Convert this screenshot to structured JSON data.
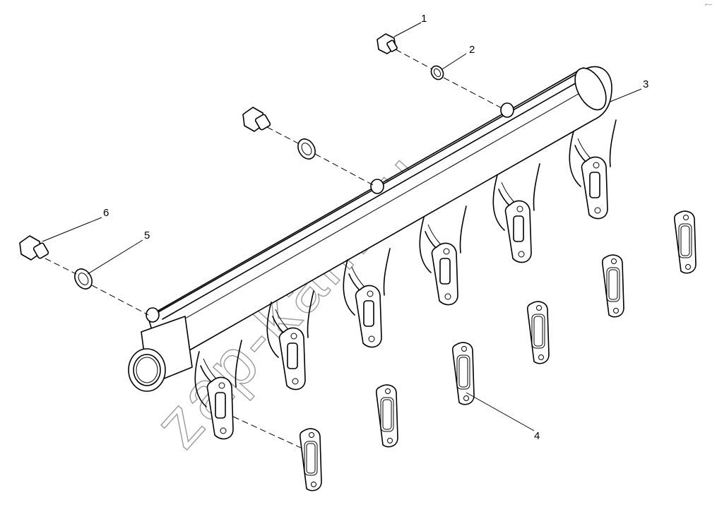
{
  "callouts": [
    {
      "id": "1",
      "label": "1"
    },
    {
      "id": "2",
      "label": "2"
    },
    {
      "id": "3",
      "label": "3"
    },
    {
      "id": "4",
      "label": "4"
    },
    {
      "id": "5",
      "label": "5"
    },
    {
      "id": "6",
      "label": "6"
    }
  ],
  "watermark": {
    "text": "zap-kam.ru"
  },
  "corner_mark": "⌐–",
  "colors": {
    "line": "#000000",
    "background": "#ffffff",
    "watermark": "#9a9a9a"
  }
}
